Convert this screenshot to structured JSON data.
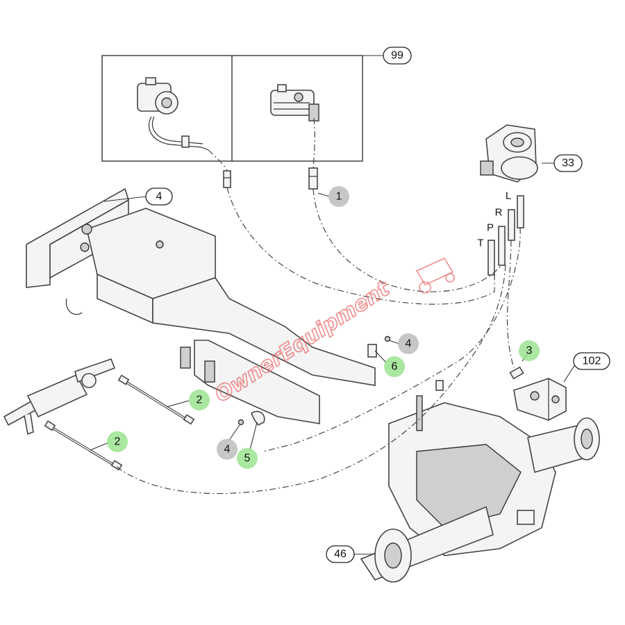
{
  "callouts": {
    "c99": "99",
    "c33": "33",
    "c4_frame": "4",
    "c1": "1",
    "c4_right": "4",
    "c6": "6",
    "c3": "3",
    "c102": "102",
    "c2_upper": "2",
    "c2_lower": "2",
    "c4_bottom": "4",
    "c5": "5",
    "c46": "46"
  },
  "port_labels": {
    "L": "L",
    "R": "R",
    "P": "P",
    "T": "T"
  },
  "watermark": {
    "text": "OwnerEquipment",
    "color": "#e66666"
  },
  "colors": {
    "highlight_green": "#9be38f",
    "highlight_grey": "#bdbdbd",
    "line": "#333333"
  }
}
